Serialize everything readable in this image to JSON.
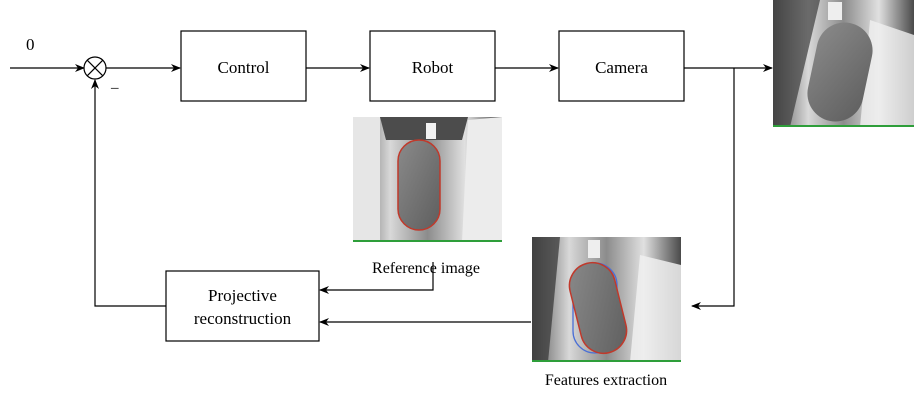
{
  "diagram": {
    "input_label": "0",
    "minus_sign": "–",
    "blocks": {
      "control": "Control",
      "robot": "Robot",
      "camera": "Camera",
      "projective_line1": "Projective",
      "projective_line2": "reconstruction"
    },
    "captions": {
      "reference": "Reference image",
      "features": "Features extraction"
    },
    "colors": {
      "contour_red": "#c0392b",
      "contour_blue": "#4a6fd6",
      "ground_green": "#2e9e3a"
    }
  }
}
